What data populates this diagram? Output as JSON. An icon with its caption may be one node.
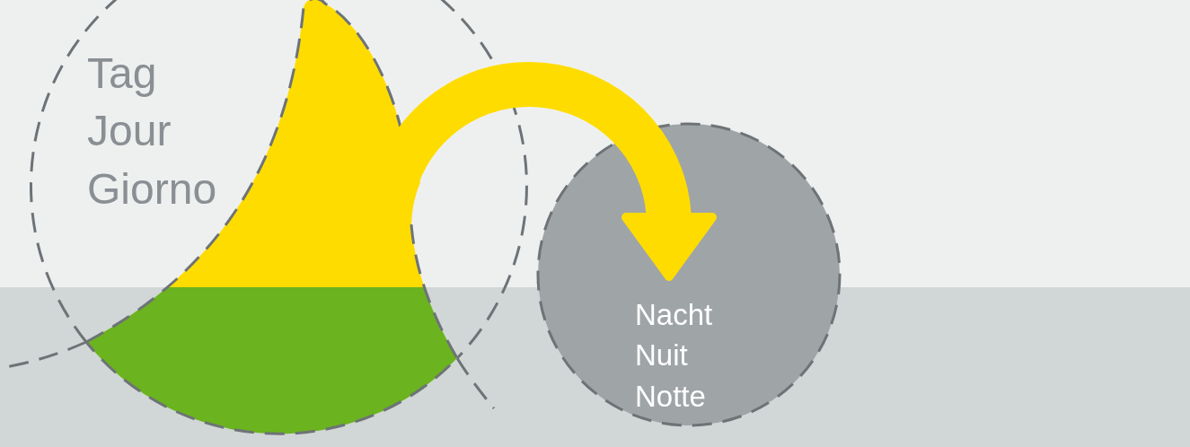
{
  "diagram": {
    "nodes": [
      {
        "text": [
          "Tag",
          "Jour",
          "Giorno"
        ]
      },
      {
        "text": [],
        "shape": "drop",
        "in": 0
      },
      {
        "text": [
          "Nacht",
          "Nuit",
          "Notte"
        ]
      }
    ],
    "edges": [
      {
        "from": 1,
        "to": 2,
        "arrow": "to",
        "color": "#ffdc00"
      }
    ]
  }
}
